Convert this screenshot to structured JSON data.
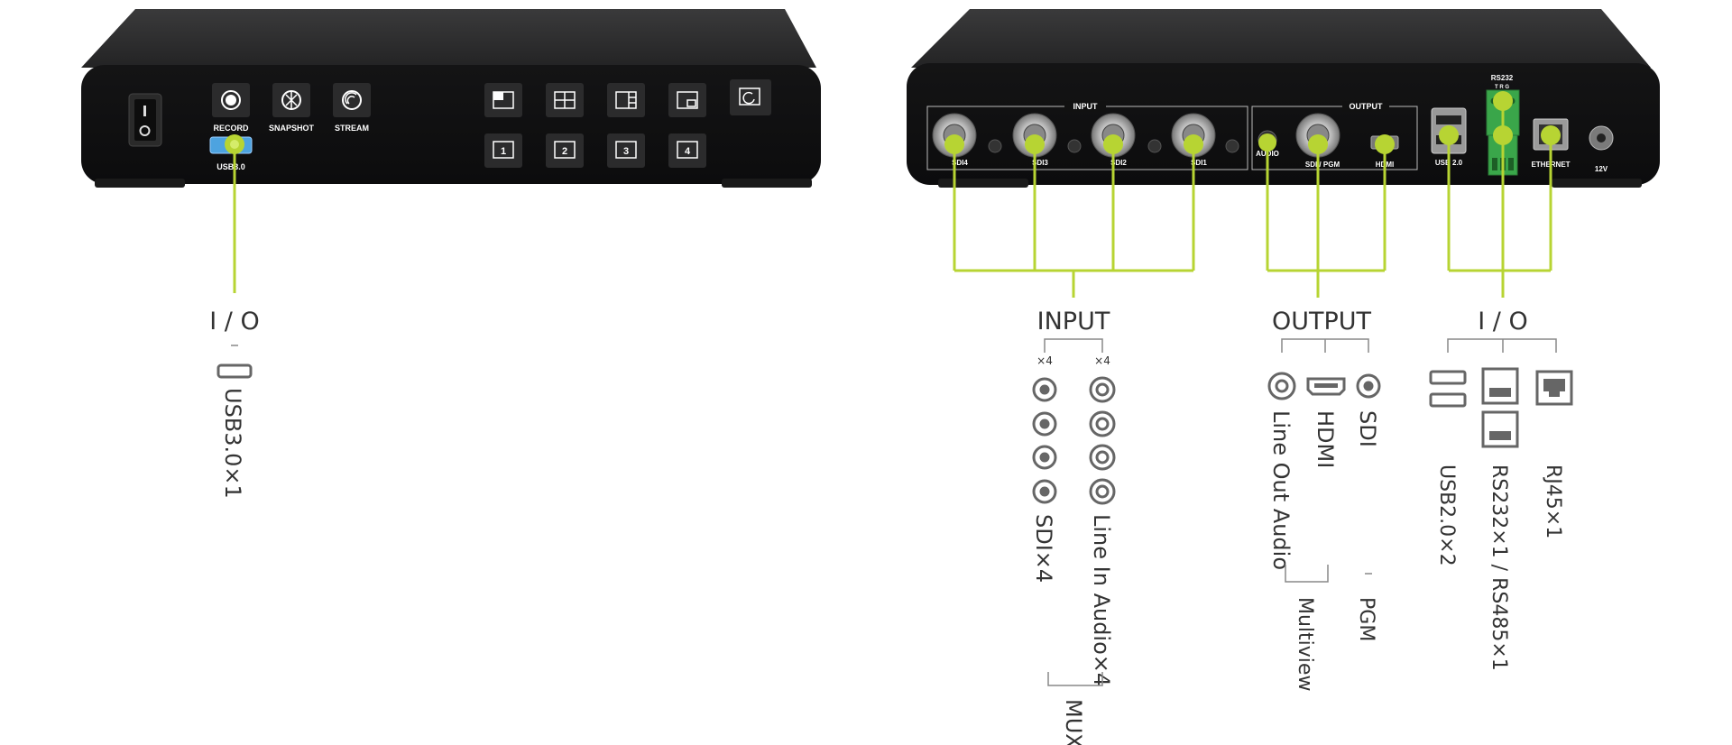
{
  "colors": {
    "accent": "#b7d433",
    "device_body": "#1b1b1c",
    "device_top": "#2a2a2b",
    "text_dark": "#333333",
    "icon_gray": "#666666"
  },
  "front_panel": {
    "buttons": {
      "record": "RECORD",
      "snapshot": "SNAPSHOT",
      "stream": "STREAM"
    },
    "usb_port": "USB3.0",
    "layout_buttons": [
      "1",
      "2",
      "3",
      "4"
    ]
  },
  "rear_panel": {
    "input_group": "INPUT",
    "output_group": "OUTPUT",
    "rs232": "RS232",
    "rs232_pins": "T  R  G",
    "ports": {
      "sdi4": "SDI4",
      "sdi3": "SDI3",
      "sdi2": "SDI2",
      "sdi1": "SDI1",
      "audio": "AUDIO",
      "sdi_pgm": "SDI / PGM",
      "hdmi": "HDMI",
      "usb2": "USB 2.0",
      "ethernet": "ETHERNET",
      "power": "12V"
    }
  },
  "legend": {
    "front_io": {
      "heading": "I / O",
      "usb3": "USB3.0×1"
    },
    "input": {
      "heading": "INPUT",
      "count_sdi": "×4",
      "count_audio": "×4",
      "sdi": "SDI×4",
      "line_in": "Line In Audio×4",
      "mux": "MUX"
    },
    "output": {
      "heading": "OUTPUT",
      "line_out": "Line Out Audio",
      "hdmi": "HDMI",
      "sdi": "SDI",
      "multiview": "Multiview",
      "pgm": "PGM"
    },
    "rear_io": {
      "heading": "I / O",
      "usb2": "USB2.0×2",
      "rs232": "RS232×1 / RS485×1",
      "rj45": "RJ45×1"
    }
  }
}
